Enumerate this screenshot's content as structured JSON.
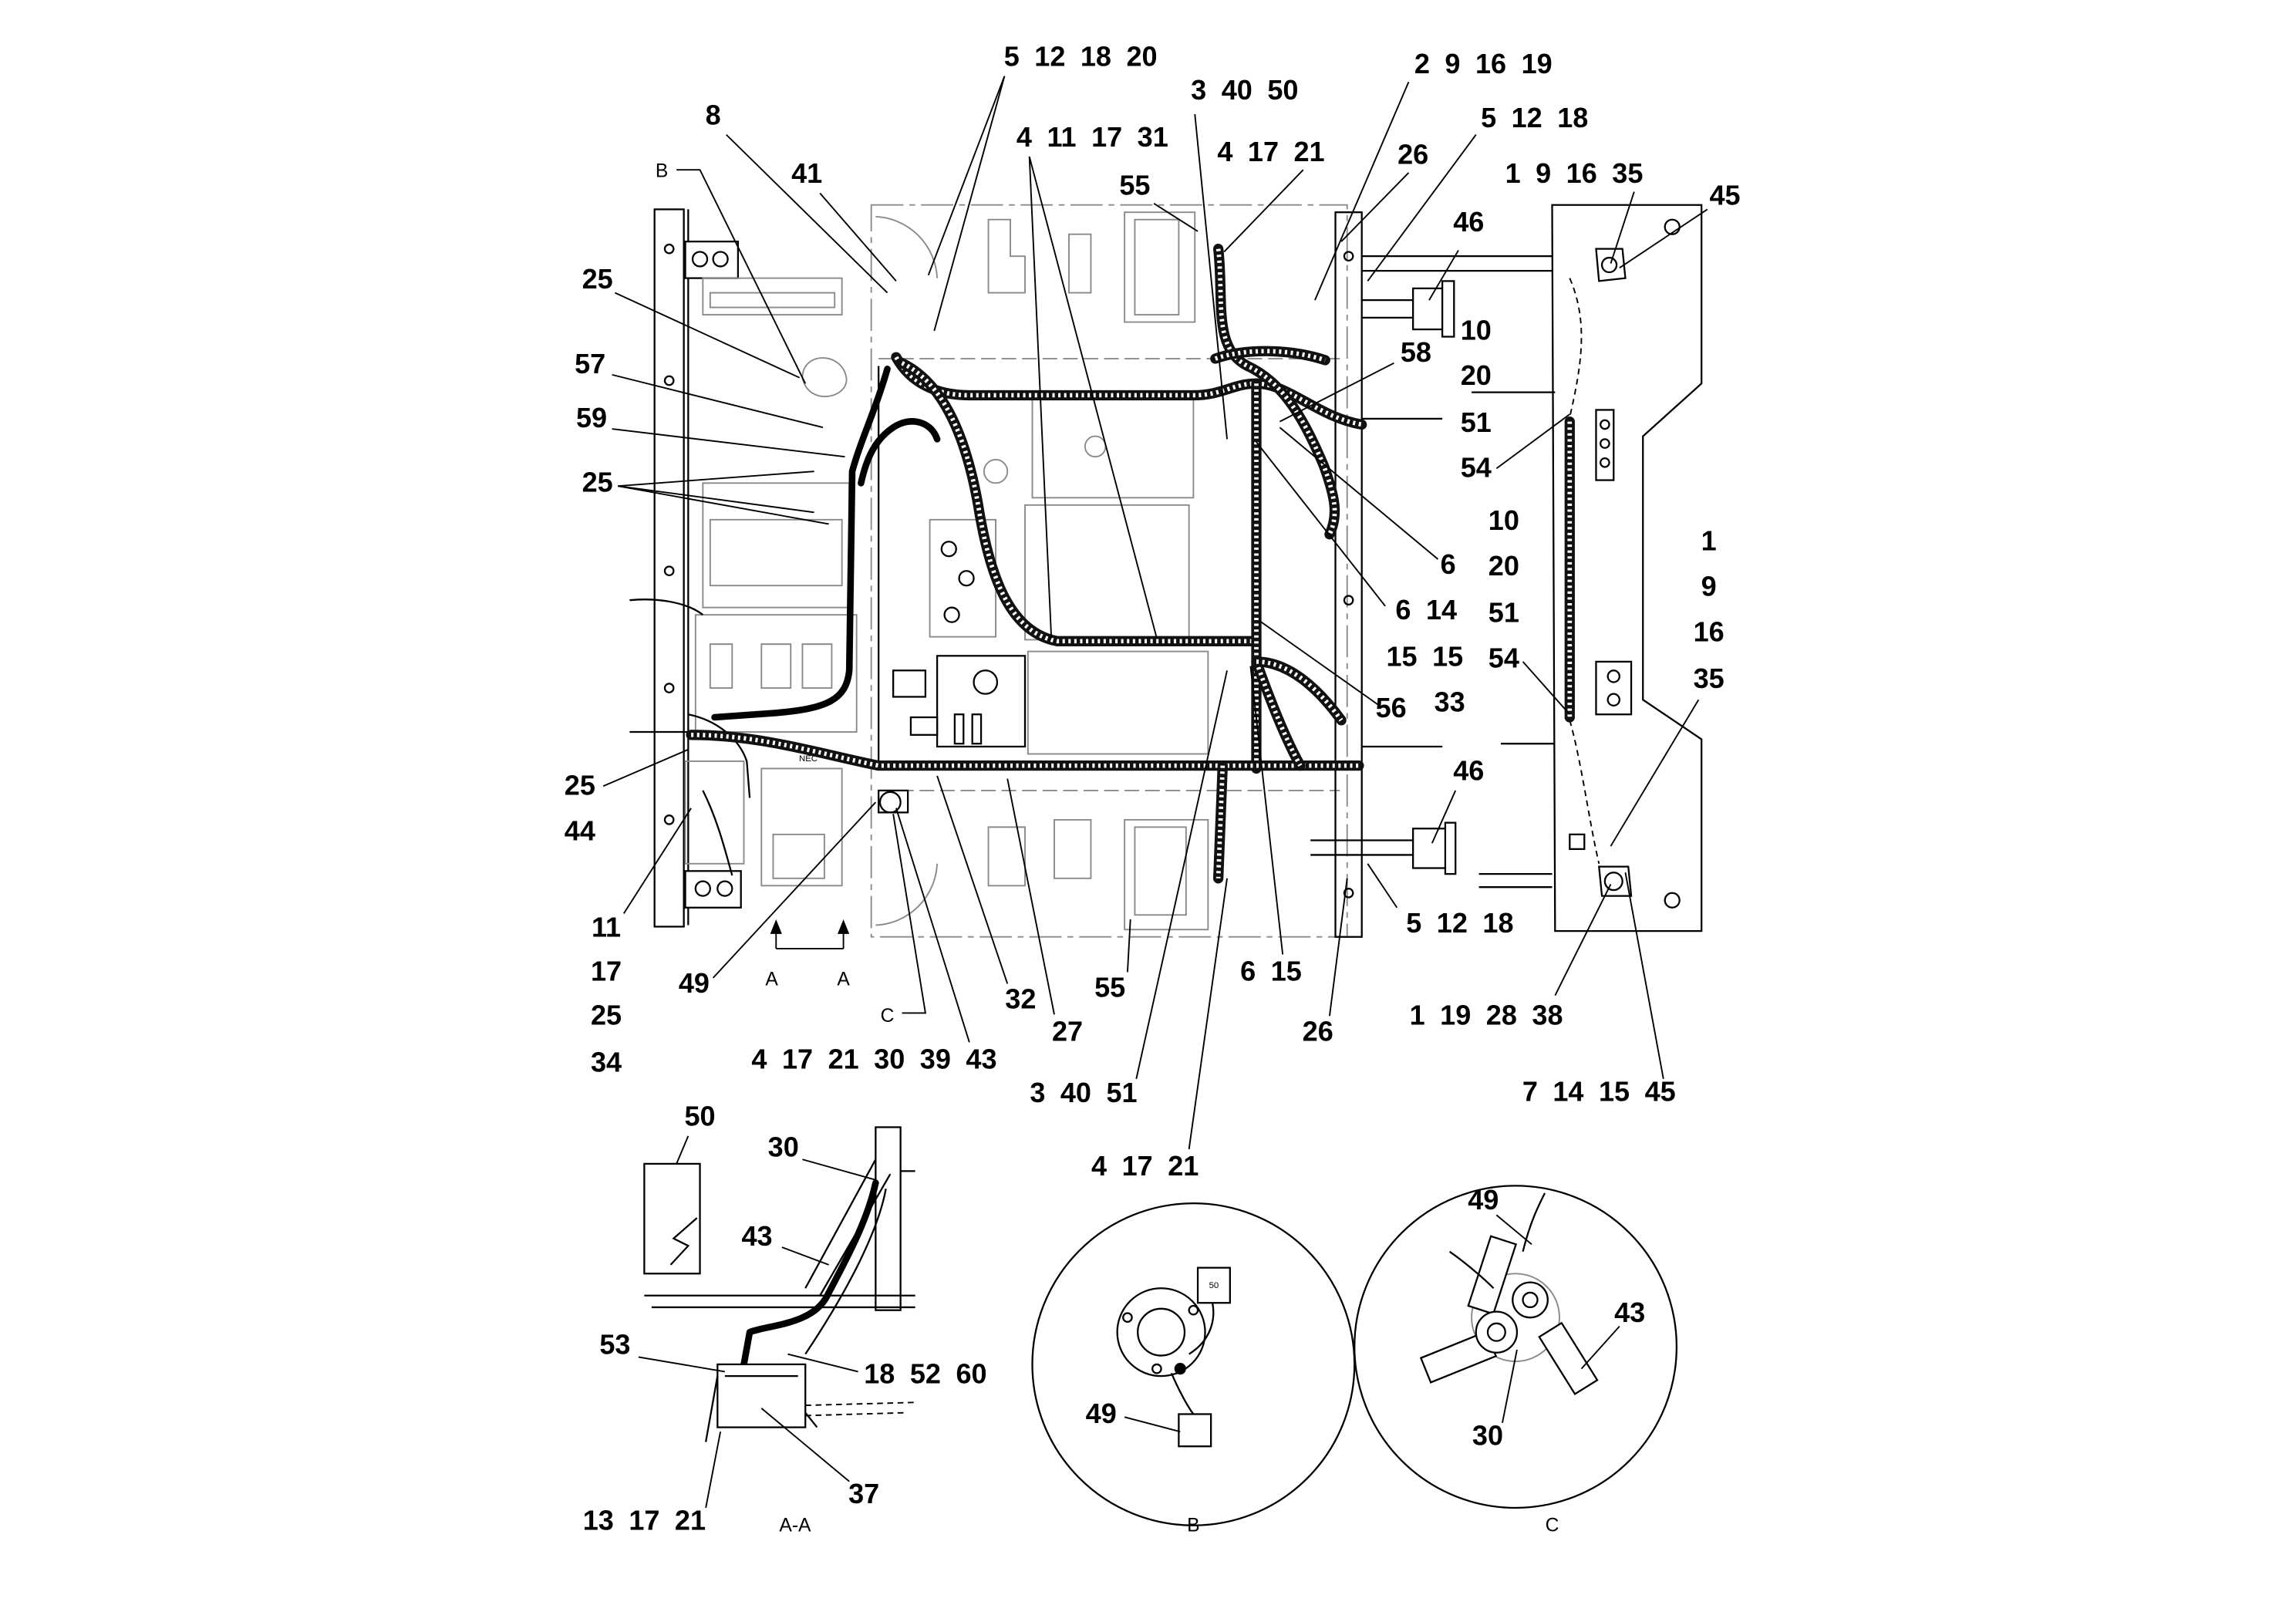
{
  "drawing": {
    "main_view": {
      "callouts": [
        "5 12 18 20",
        "3 40 50",
        "2 9 16 19",
        "5 12 18",
        "4 11 17 31",
        "4 17 21",
        "26",
        "1 9 16 35",
        "45",
        "55",
        "8",
        "41",
        "25",
        "57",
        "59",
        "25",
        "46",
        "10",
        "20",
        "51",
        "54",
        "58",
        "10",
        "20",
        "51",
        "54",
        "1",
        "9",
        "16",
        "35",
        "6",
        "6 14",
        "15 15",
        "33",
        "56",
        "25",
        "44",
        "11",
        "17",
        "25",
        "34",
        "46",
        "49",
        "4 17 21 30 39 43",
        "32",
        "27",
        "55",
        "6 15",
        "26",
        "5 12 18",
        "1 19 28 38",
        "7 14 15 45",
        "3 40 51",
        "4 17 21"
      ],
      "note_text": "NEC"
    },
    "section_markers": {
      "b": "B",
      "c": "C",
      "a_left": "A",
      "a_right": "A"
    },
    "detail_aa": {
      "title": "A-A",
      "callouts": [
        "50",
        "30",
        "43",
        "53",
        "18 52 60",
        "37",
        "13 17 21"
      ]
    },
    "detail_b": {
      "title": "B",
      "callouts": [
        "49"
      ],
      "tag_label": "50"
    },
    "detail_c": {
      "title": "C",
      "callouts": [
        "49",
        "43",
        "30"
      ]
    }
  },
  "colors": {
    "line": "#000000",
    "hidden_line": "#8a8a8a",
    "background": "#ffffff"
  }
}
